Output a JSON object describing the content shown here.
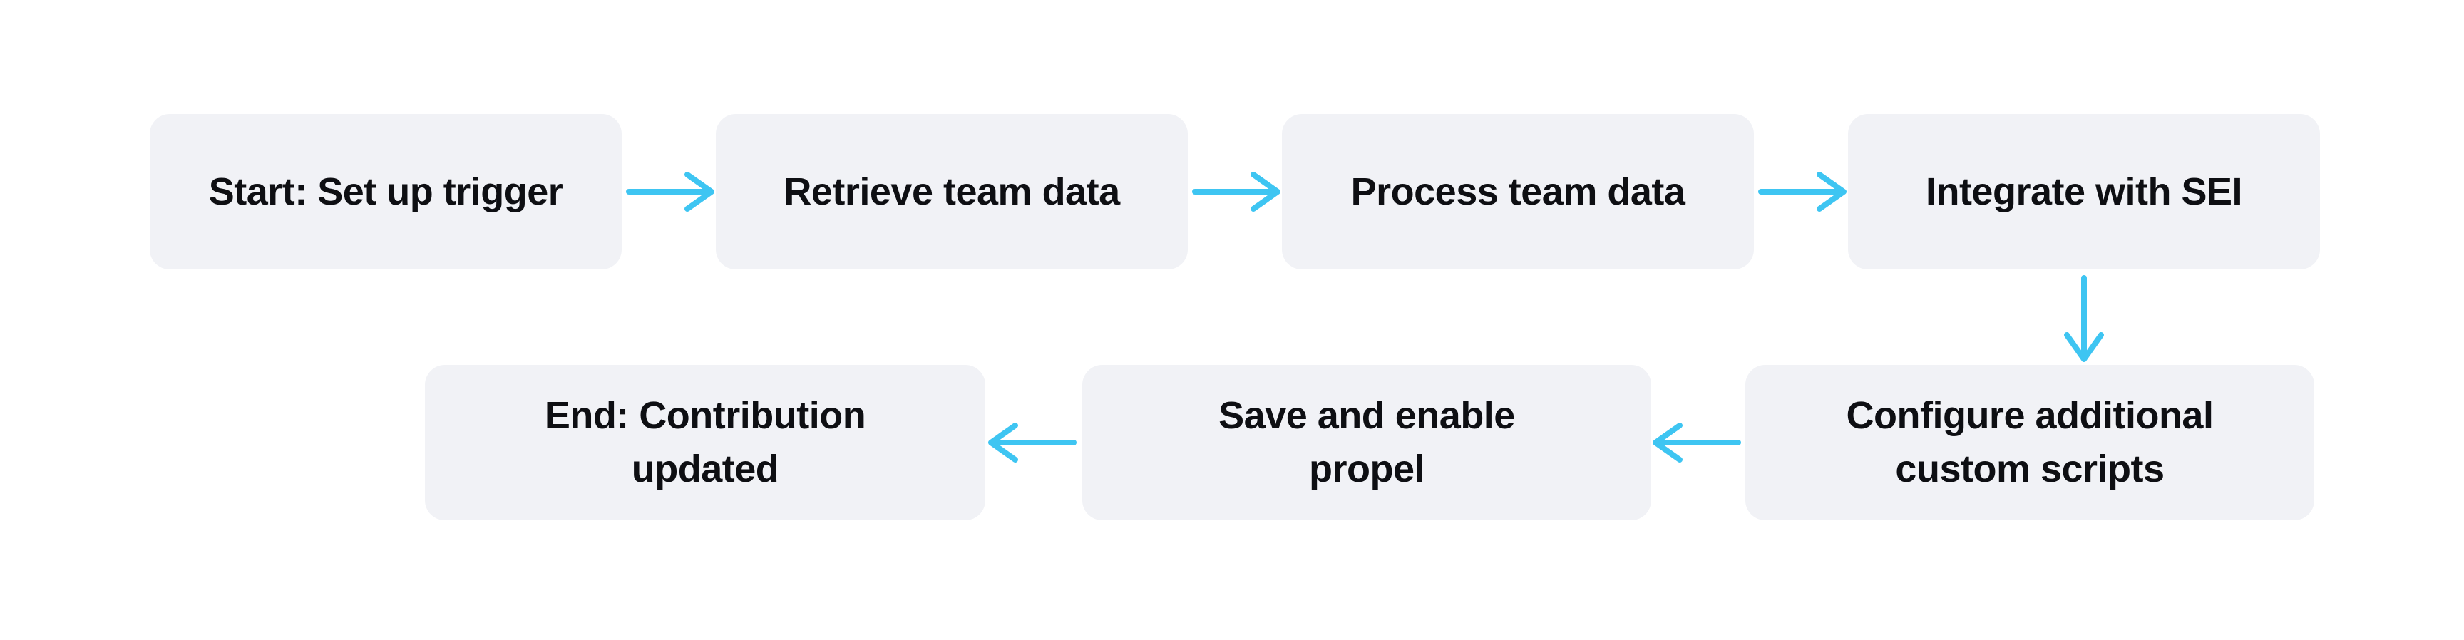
{
  "diagram": {
    "type": "flowchart",
    "background_color": "#ffffff",
    "node_fill_color": "#F1F2F6",
    "node_text_color": "#0E0F13",
    "arrow_color": "#3EC5F2",
    "nodes": [
      {
        "id": "start",
        "label": "Start: Set up trigger"
      },
      {
        "id": "retrieve",
        "label": "Retrieve team data"
      },
      {
        "id": "process",
        "label": "Process team data"
      },
      {
        "id": "integrate",
        "label": "Integrate with SEI"
      },
      {
        "id": "configure",
        "label": [
          "Configure additional",
          "custom scripts"
        ]
      },
      {
        "id": "save",
        "label": [
          "Save and enable",
          "propel"
        ]
      },
      {
        "id": "end",
        "label": [
          "End: Contribution",
          "updated"
        ]
      }
    ],
    "edges": [
      {
        "from": "start",
        "to": "retrieve",
        "direction": "right"
      },
      {
        "from": "retrieve",
        "to": "process",
        "direction": "right"
      },
      {
        "from": "process",
        "to": "integrate",
        "direction": "right"
      },
      {
        "from": "integrate",
        "to": "configure",
        "direction": "down"
      },
      {
        "from": "configure",
        "to": "save",
        "direction": "left"
      },
      {
        "from": "save",
        "to": "end",
        "direction": "left"
      }
    ]
  }
}
